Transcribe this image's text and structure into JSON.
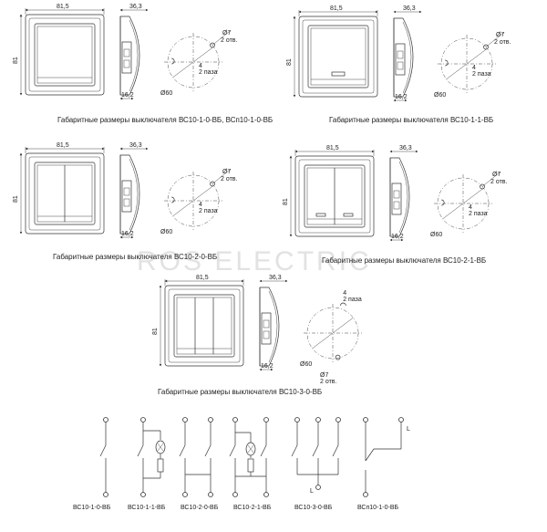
{
  "dimensions": {
    "width": "81,5",
    "height": "81",
    "depth": "36,3",
    "base": "16,2",
    "circle": "Ø60",
    "hole": "Ø7",
    "holes_count": "2 отв.",
    "slot_num": "4",
    "slot_count": "2 паза"
  },
  "captions": {
    "a": "Габаритные размеры выключателя ВС10-1-0-ВБ, ВСп10-1-0-ВБ",
    "b": "Габаритные размеры выключателя ВС10-1-1-ВБ",
    "c": "Габаритные размеры выключателя ВС10-2-0-ВБ",
    "d": "Габаритные размеры выключателя ВС10-2-1-ВБ",
    "e": "Габаритные размеры выключателя ВС10-3-0-ВБ"
  },
  "watermark": "ROS ELECTRIC",
  "schematics": {
    "labels": [
      "ВС10-1-0-ВБ",
      "ВС10-1-1-ВБ",
      "ВС10-2-0-ВБ",
      "ВС10-2-1-ВБ",
      "ВС10-3-0-ВБ",
      "ВСп10-1-0-ВБ"
    ],
    "L": "L"
  }
}
